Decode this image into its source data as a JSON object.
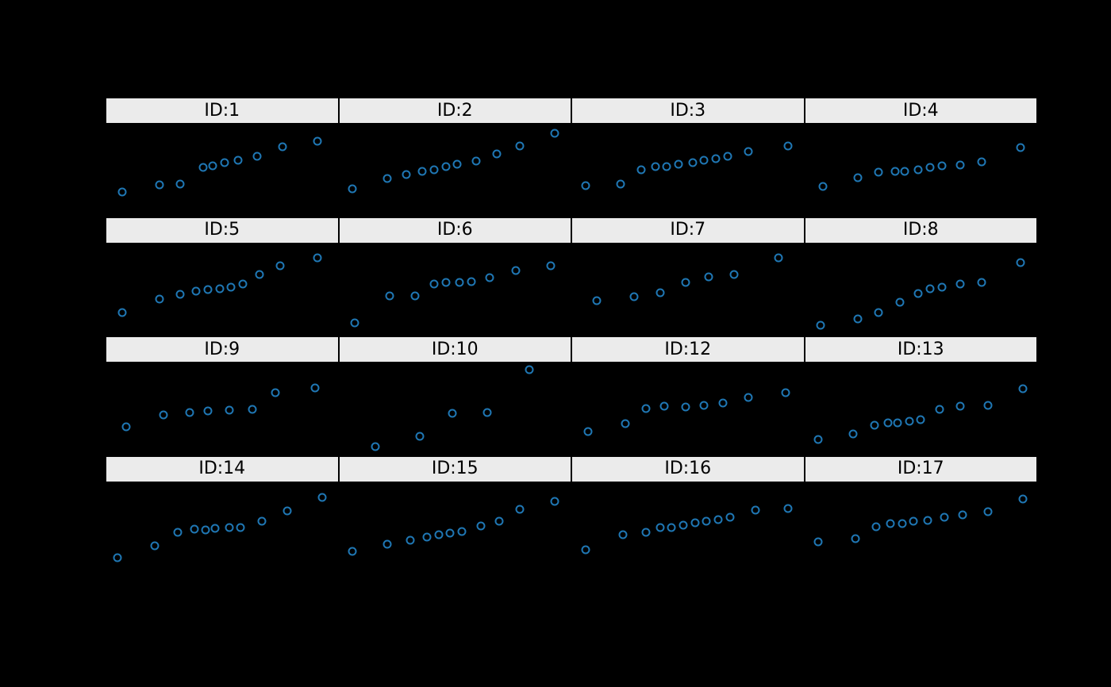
{
  "figure": {
    "background_color": "#000000",
    "header_bg": "#ebebeb",
    "header_text_color": "#000000",
    "point_color": "#1f77b4"
  },
  "chart_data": {
    "type": "scatter",
    "layout": "facet-grid",
    "rows": 4,
    "cols": 4,
    "title": "",
    "xlabel": "",
    "ylabel": "",
    "grid": false,
    "legend": false,
    "marker": "open-circle",
    "point_color": "#1f77b4",
    "facet_labels": [
      "ID:1",
      "ID:2",
      "ID:3",
      "ID:4",
      "ID:5",
      "ID:6",
      "ID:7",
      "ID:8",
      "ID:9",
      "ID:10",
      "ID:12",
      "ID:13",
      "ID:14",
      "ID:15",
      "ID:16",
      "ID:17"
    ],
    "panels": [
      {
        "label": "ID:1",
        "points": [
          [
            0.07,
            0.25
          ],
          [
            0.23,
            0.33
          ],
          [
            0.32,
            0.34
          ],
          [
            0.42,
            0.52
          ],
          [
            0.46,
            0.54
          ],
          [
            0.51,
            0.57
          ],
          [
            0.57,
            0.6
          ],
          [
            0.65,
            0.64
          ],
          [
            0.76,
            0.75
          ],
          [
            0.91,
            0.81
          ]
        ]
      },
      {
        "label": "ID:2",
        "points": [
          [
            0.06,
            0.29
          ],
          [
            0.21,
            0.4
          ],
          [
            0.29,
            0.44
          ],
          [
            0.36,
            0.48
          ],
          [
            0.41,
            0.5
          ],
          [
            0.46,
            0.53
          ],
          [
            0.51,
            0.56
          ],
          [
            0.59,
            0.59
          ],
          [
            0.68,
            0.67
          ],
          [
            0.78,
            0.76
          ],
          [
            0.93,
            0.9
          ]
        ]
      },
      {
        "label": "ID:3",
        "points": [
          [
            0.06,
            0.32
          ],
          [
            0.21,
            0.34
          ],
          [
            0.3,
            0.5
          ],
          [
            0.36,
            0.53
          ],
          [
            0.41,
            0.53
          ],
          [
            0.46,
            0.56
          ],
          [
            0.52,
            0.57
          ],
          [
            0.57,
            0.6
          ],
          [
            0.62,
            0.62
          ],
          [
            0.67,
            0.64
          ],
          [
            0.76,
            0.7
          ],
          [
            0.93,
            0.76
          ]
        ]
      },
      {
        "label": "ID:4",
        "points": [
          [
            0.08,
            0.31
          ],
          [
            0.23,
            0.41
          ],
          [
            0.32,
            0.47
          ],
          [
            0.39,
            0.48
          ],
          [
            0.43,
            0.48
          ],
          [
            0.49,
            0.5
          ],
          [
            0.54,
            0.52
          ],
          [
            0.59,
            0.54
          ],
          [
            0.67,
            0.55
          ],
          [
            0.76,
            0.58
          ],
          [
            0.93,
            0.74
          ]
        ]
      },
      {
        "label": "ID:5",
        "points": [
          [
            0.07,
            0.24
          ],
          [
            0.23,
            0.39
          ],
          [
            0.32,
            0.44
          ],
          [
            0.39,
            0.47
          ],
          [
            0.44,
            0.49
          ],
          [
            0.49,
            0.5
          ],
          [
            0.54,
            0.52
          ],
          [
            0.59,
            0.55
          ],
          [
            0.66,
            0.66
          ],
          [
            0.75,
            0.75
          ],
          [
            0.91,
            0.84
          ]
        ]
      },
      {
        "label": "ID:6",
        "points": [
          [
            0.07,
            0.13
          ],
          [
            0.22,
            0.42
          ],
          [
            0.33,
            0.42
          ],
          [
            0.41,
            0.55
          ],
          [
            0.46,
            0.57
          ],
          [
            0.52,
            0.57
          ],
          [
            0.57,
            0.58
          ],
          [
            0.65,
            0.62
          ],
          [
            0.76,
            0.7
          ],
          [
            0.91,
            0.75
          ]
        ]
      },
      {
        "label": "ID:7",
        "points": [
          [
            0.11,
            0.37
          ],
          [
            0.27,
            0.41
          ],
          [
            0.38,
            0.46
          ],
          [
            0.49,
            0.57
          ],
          [
            0.59,
            0.63
          ],
          [
            0.7,
            0.66
          ],
          [
            0.89,
            0.84
          ]
        ]
      },
      {
        "label": "ID:8",
        "points": [
          [
            0.07,
            0.1
          ],
          [
            0.23,
            0.17
          ],
          [
            0.32,
            0.24
          ],
          [
            0.41,
            0.35
          ],
          [
            0.49,
            0.45
          ],
          [
            0.54,
            0.5
          ],
          [
            0.59,
            0.52
          ],
          [
            0.67,
            0.55
          ],
          [
            0.76,
            0.57
          ],
          [
            0.93,
            0.79
          ]
        ]
      },
      {
        "label": "ID:9",
        "points": [
          [
            0.09,
            0.3
          ],
          [
            0.25,
            0.43
          ],
          [
            0.36,
            0.45
          ],
          [
            0.44,
            0.47
          ],
          [
            0.53,
            0.48
          ],
          [
            0.63,
            0.49
          ],
          [
            0.73,
            0.67
          ],
          [
            0.9,
            0.72
          ]
        ]
      },
      {
        "label": "ID:10",
        "points": [
          [
            0.16,
            0.08
          ],
          [
            0.35,
            0.19
          ],
          [
            0.49,
            0.44
          ],
          [
            0.64,
            0.45
          ],
          [
            0.82,
            0.92
          ]
        ]
      },
      {
        "label": "ID:12",
        "points": [
          [
            0.07,
            0.24
          ],
          [
            0.23,
            0.33
          ],
          [
            0.32,
            0.5
          ],
          [
            0.4,
            0.52
          ],
          [
            0.49,
            0.51
          ],
          [
            0.57,
            0.53
          ],
          [
            0.65,
            0.56
          ],
          [
            0.76,
            0.62
          ],
          [
            0.92,
            0.67
          ]
        ]
      },
      {
        "label": "ID:13",
        "points": [
          [
            0.06,
            0.16
          ],
          [
            0.21,
            0.22
          ],
          [
            0.3,
            0.31
          ],
          [
            0.36,
            0.34
          ],
          [
            0.4,
            0.34
          ],
          [
            0.45,
            0.36
          ],
          [
            0.5,
            0.37
          ],
          [
            0.58,
            0.49
          ],
          [
            0.67,
            0.52
          ],
          [
            0.79,
            0.53
          ],
          [
            0.94,
            0.71
          ]
        ]
      },
      {
        "label": "ID:14",
        "points": [
          [
            0.05,
            0.17
          ],
          [
            0.21,
            0.3
          ],
          [
            0.31,
            0.45
          ],
          [
            0.38,
            0.48
          ],
          [
            0.43,
            0.47
          ],
          [
            0.47,
            0.49
          ],
          [
            0.53,
            0.5
          ],
          [
            0.58,
            0.5
          ],
          [
            0.67,
            0.57
          ],
          [
            0.78,
            0.68
          ],
          [
            0.93,
            0.83
          ]
        ]
      },
      {
        "label": "ID:15",
        "points": [
          [
            0.06,
            0.24
          ],
          [
            0.21,
            0.32
          ],
          [
            0.31,
            0.36
          ],
          [
            0.38,
            0.4
          ],
          [
            0.43,
            0.42
          ],
          [
            0.48,
            0.44
          ],
          [
            0.53,
            0.46
          ],
          [
            0.61,
            0.52
          ],
          [
            0.69,
            0.57
          ],
          [
            0.78,
            0.7
          ],
          [
            0.93,
            0.79
          ]
        ]
      },
      {
        "label": "ID:16",
        "points": [
          [
            0.06,
            0.26
          ],
          [
            0.22,
            0.42
          ],
          [
            0.32,
            0.45
          ],
          [
            0.38,
            0.5
          ],
          [
            0.43,
            0.5
          ],
          [
            0.48,
            0.53
          ],
          [
            0.53,
            0.55
          ],
          [
            0.58,
            0.57
          ],
          [
            0.63,
            0.59
          ],
          [
            0.68,
            0.61
          ],
          [
            0.79,
            0.69
          ],
          [
            0.93,
            0.71
          ]
        ]
      },
      {
        "label": "ID:17",
        "points": [
          [
            0.06,
            0.34
          ],
          [
            0.22,
            0.38
          ],
          [
            0.31,
            0.51
          ],
          [
            0.37,
            0.54
          ],
          [
            0.42,
            0.54
          ],
          [
            0.47,
            0.57
          ],
          [
            0.53,
            0.58
          ],
          [
            0.6,
            0.61
          ],
          [
            0.68,
            0.64
          ],
          [
            0.79,
            0.67
          ],
          [
            0.94,
            0.81
          ]
        ]
      }
    ]
  }
}
